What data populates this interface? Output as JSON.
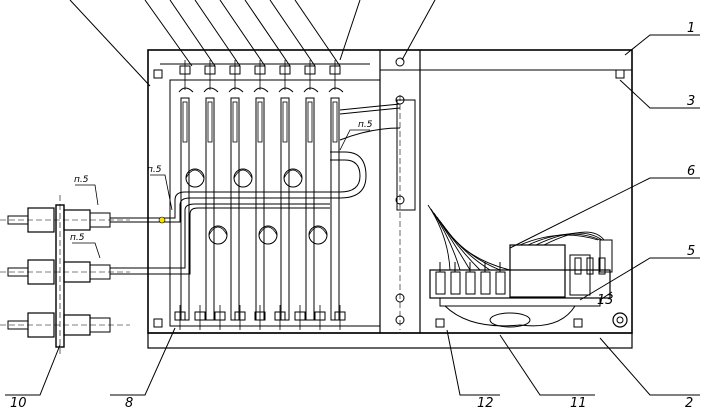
{
  "drawing": {
    "callouts": {
      "c1": "1",
      "c2": "2",
      "c3": "3",
      "c5": "5",
      "c6": "6",
      "c8": "8",
      "c10": "10",
      "c11": "11",
      "c12": "12",
      "c13": "13"
    },
    "pipe_notes": {
      "n1": "п.5",
      "n2": "п.5",
      "n3": "п.5",
      "n4": "п.5"
    }
  }
}
